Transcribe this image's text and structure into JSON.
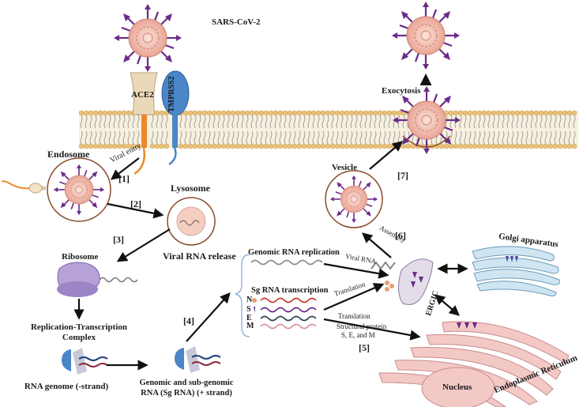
{
  "labels": {
    "sars": "SARS-CoV-2",
    "ace2": "ACE2",
    "tmprss2": "TMPRSS2",
    "exocytosis": "Exocytosis",
    "viral_entry": "Viral entry",
    "endosome": "Endosome",
    "lysosome": "Lysosome",
    "vesicle": "Vesicle",
    "viral_rna_release": "Viral RNA release",
    "ribosome": "Ribosome",
    "rtc_line1": "Replication-Transcription",
    "rtc_line2": "Complex",
    "rna_genome": "RNA genome (-strand)",
    "sg_line1": "Genomic and sub-genomic",
    "sg_line2": "RNA (Sg RNA) (+ strand)",
    "genomic_replication": "Genomic RNA replication",
    "sg_transcription": "Sg RNA transcription",
    "viral_rna": "Viral RNA",
    "translation_1": "Translation",
    "translation_2": "Translation",
    "structural_line1": "Structural protein",
    "structural_line2": "S, E, and M",
    "assembly": "Assembly",
    "ergic": "ERGIC",
    "golgi": "Golgi apparatus",
    "nucleus": "Nucleus",
    "er": "Endoplasmic Reticulum",
    "protein_n": "N",
    "protein_s": "S",
    "protein_e": "E",
    "protein_m": "M"
  },
  "steps": [
    "[1]",
    "[2]",
    "[3]",
    "[4]",
    "[5]",
    "[6]",
    "[7]"
  ],
  "colors": {
    "virus_body": "#f2b8a8",
    "spike": "#6a2a8a",
    "membrane_head": "#e8c27a",
    "ace2": "#e9d9b8",
    "tmprss2": "#4a86c8",
    "organelle": "#f3c9c6",
    "arrow": "#111111"
  }
}
